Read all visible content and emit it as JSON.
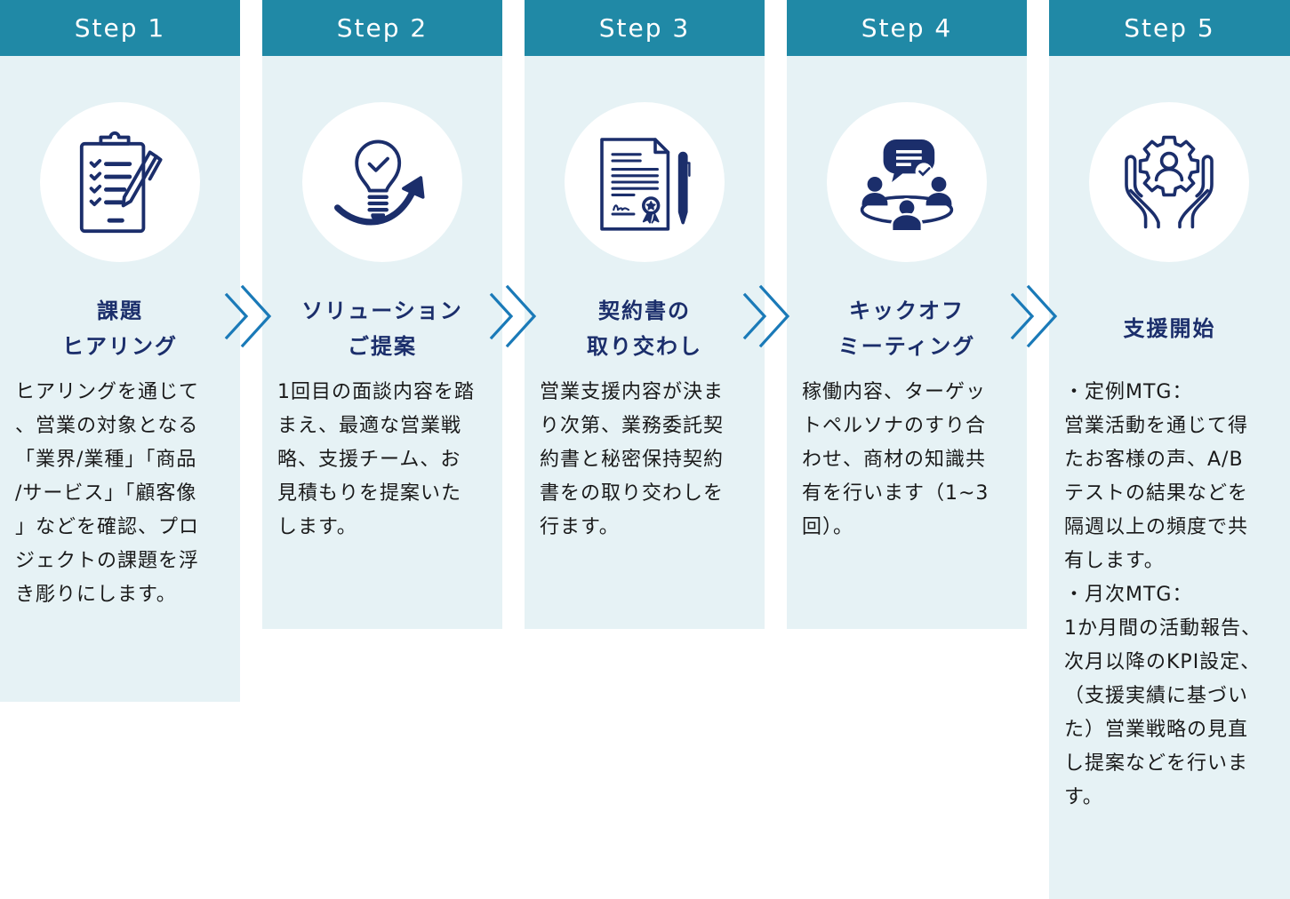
{
  "colors": {
    "header_bg": "#2089a6",
    "column_bg": "#e6f2f5",
    "title_text": "#1b2e6b",
    "icon_color": "#1b2e6b",
    "chevron_color": "#1a7ab8"
  },
  "steps": [
    {
      "label": "Step 1",
      "icon": "clipboard-checklist-pen-icon",
      "title_lines": [
        "課題",
        "ヒアリング"
      ],
      "description_lines": [
        "ヒアリングを通じて",
        "、営業の対象となる",
        "「業界/業種」「商品",
        "/サービス」「顧客像",
        "」などを確認、プロ",
        "ジェクトの課題を浮",
        "き彫りにします。"
      ]
    },
    {
      "label": "Step 2",
      "icon": "lightbulb-arrow-icon",
      "title_lines": [
        "ソリューション",
        "ご提案"
      ],
      "description_lines": [
        "1回目の面談内容を踏",
        "まえ、最適な営業戦",
        "略、支援チーム、お",
        "見積もりを提案いた",
        "します。"
      ]
    },
    {
      "label": "Step 3",
      "icon": "contract-document-pen-icon",
      "title_lines": [
        "契約書の",
        "取り交わし"
      ],
      "description_lines": [
        "営業支援内容が決ま",
        "り次第、業務委託契",
        "約書と秘密保持契約",
        "書をの取り交わしを",
        "行ます。"
      ]
    },
    {
      "label": "Step 4",
      "icon": "meeting-table-chat-icon",
      "title_lines": [
        "キックオフ",
        "ミーティング"
      ],
      "description_lines": [
        "稼働内容、ターゲッ",
        "トペルソナのすり合",
        "わせ、商材の知識共",
        "有を行います（1~3",
        "回）。"
      ]
    },
    {
      "label": "Step 5",
      "icon": "hands-gear-person-icon",
      "title_lines": [
        "支援開始"
      ],
      "description_lines": [
        "・定例MTG：",
        "営業活動を通じて得",
        "たお客様の声、A/B",
        "テストの結果などを",
        "隔週以上の頻度で共",
        "有します。",
        "・月次MTG：",
        "1か月間の活動報告、",
        "次月以降のKPI設定、",
        "（支援実績に基づい",
        "た）営業戦略の見直",
        "し提案などを行いま",
        "す。"
      ]
    }
  ]
}
